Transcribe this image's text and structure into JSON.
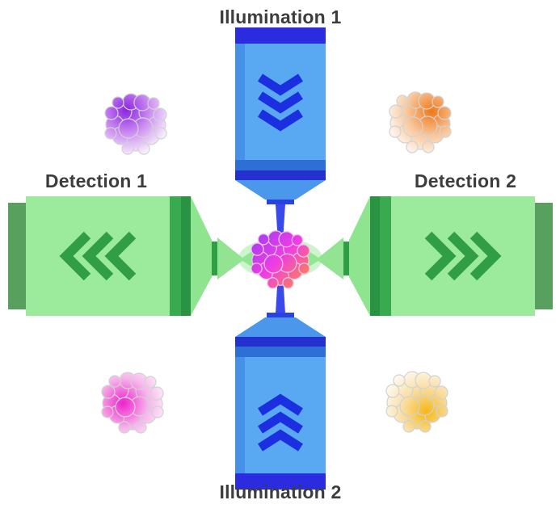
{
  "diagram": {
    "labels": {
      "illumination_1": "Illumination 1",
      "illumination_2": "Illumination 2",
      "detection_1": "Detection 1",
      "detection_2": "Detection 2"
    },
    "colors": {
      "illumination_body": "#58a8f2",
      "illumination_mount": "#2b2be0",
      "illumination_band": "#2430cf",
      "illumination_chevron": "#1b2fe0",
      "beam_blue": "#2f3fe8",
      "detection_body": "#9ceb9c",
      "detection_cap": "#57a05e",
      "detection_band": "#2a9243",
      "detection_chevron": "#2f9e44",
      "beam_green": "#7fdf7f",
      "blob_purple": "#8a24e0",
      "blob_orange": "#f07818",
      "blob_magenta": "#ee22cc",
      "blob_yellow": "#f5b818",
      "specimen_purple": "#a03cf2",
      "specimen_magenta": "#ee3ce6",
      "specimen_orange": "#ff8c3a"
    }
  }
}
